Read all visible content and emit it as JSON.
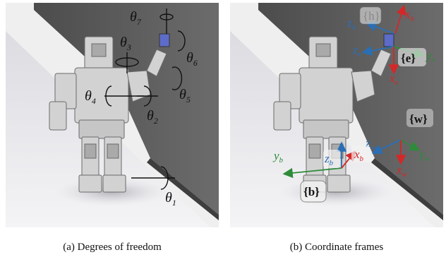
{
  "figure": {
    "panel_a": {
      "caption": "(a) Degrees of freedom",
      "joints": [
        {
          "main": "θ",
          "sub": "7"
        },
        {
          "main": "θ",
          "sub": "6"
        },
        {
          "main": "θ",
          "sub": "3"
        },
        {
          "main": "θ",
          "sub": "4"
        },
        {
          "main": "θ",
          "sub": "5"
        },
        {
          "main": "θ",
          "sub": "2"
        },
        {
          "main": "θ",
          "sub": "1"
        }
      ]
    },
    "panel_b": {
      "caption": "(b) Coordinate frames",
      "frames": {
        "h": "{h}",
        "e": "{e}",
        "w": "{w}",
        "b": "{b}"
      },
      "axes": {
        "zh": {
          "main": "z",
          "sub": "h"
        },
        "xh": {
          "main": "x",
          "sub": "h"
        },
        "ze": {
          "main": "z",
          "sub": "e"
        },
        "ye": {
          "main": "y",
          "sub": "e"
        },
        "xe": {
          "main": "x",
          "sub": "e"
        },
        "zw": {
          "main": "z",
          "sub": "w"
        },
        "yw": {
          "main": "y",
          "sub": "w"
        },
        "xw": {
          "main": "x",
          "sub": "w"
        },
        "yb": {
          "main": "y",
          "sub": "b"
        },
        "zb": {
          "main": "z",
          "sub": "b"
        },
        "xb": {
          "main": "x",
          "sub": "b"
        }
      }
    },
    "colors": {
      "wall": "#5a5a5a",
      "floor": "#e4e4e8",
      "robot": "#cfcfcf",
      "x_axis": "#d42828",
      "y_axis": "#2e8b3a",
      "z_axis": "#2a6fb5"
    }
  }
}
